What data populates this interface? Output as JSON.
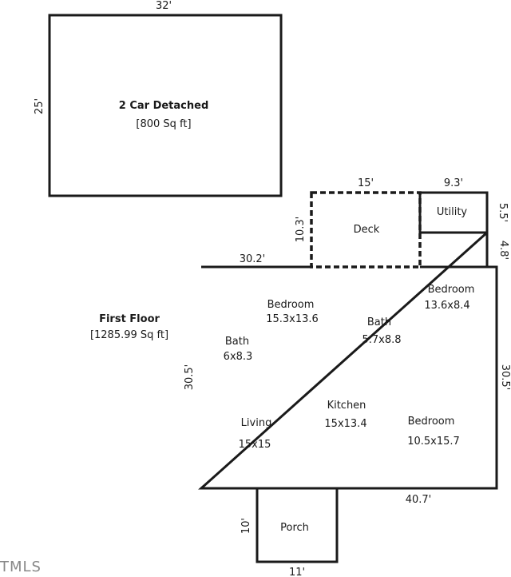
{
  "garage": {
    "title": "2 Car Detached",
    "area": "[800 Sq ft]",
    "width_dim": "32'",
    "depth_dim": "25'"
  },
  "first_floor": {
    "title": "First Floor",
    "area": "[1285.99 Sq ft]",
    "top_dim": "30.2'",
    "left_dim": "30.5'",
    "right_dim": "30.5'",
    "bottom_dim": "40.7'",
    "notch_dim": "4.8'"
  },
  "deck": {
    "label": "Deck",
    "width_dim": "15'",
    "depth_dim": "10.3'"
  },
  "utility": {
    "label": "Utility",
    "width_dim": "9.3'",
    "depth_dim": "5.5'"
  },
  "porch": {
    "label": "Porch",
    "width_dim": "11'",
    "depth_dim": "10'"
  },
  "rooms": {
    "bedroom1": {
      "name": "Bedroom",
      "size": "15.3x13.6"
    },
    "bath1": {
      "name": "Bath",
      "size": "6x8.3"
    },
    "bath2": {
      "name": "Bath",
      "size": "5.7x8.8"
    },
    "bedroom2": {
      "name": "Bedroom",
      "size": "13.6x8.4"
    },
    "living": {
      "name": "Living",
      "size": "15x15"
    },
    "kitchen": {
      "name": "Kitchen",
      "size": "15x13.4"
    },
    "bedroom3": {
      "name": "Bedroom",
      "size": "10.5x15.7"
    }
  },
  "watermark": "TMLS",
  "colors": {
    "line": "#1a1a1a",
    "background": "#ffffff"
  }
}
